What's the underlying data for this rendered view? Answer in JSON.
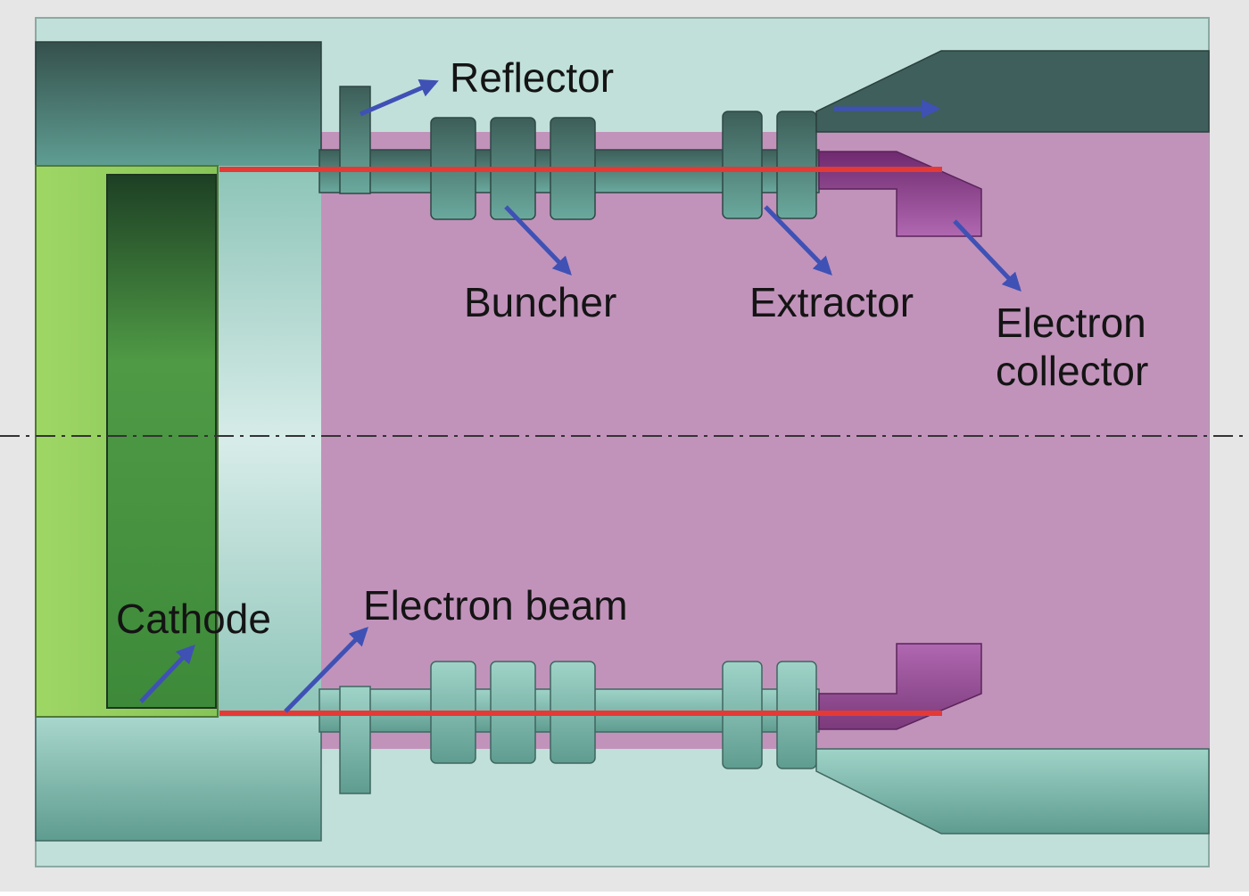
{
  "labels": {
    "reflector": "Reflector",
    "buncher": "Buncher",
    "extractor": "Extractor",
    "electron_collector_line1": "Electron",
    "electron_collector_line2": "collector",
    "cathode": "Cathode",
    "electron_beam": "Electron beam"
  },
  "colors": {
    "background_fill": "#c1e0da",
    "frame": "#e6e6e6",
    "vacuum_region": "#c193bb",
    "cathode_green": "#8fcf5a",
    "emitter_dark_green": "#2e6b33",
    "metal_dark": "#3e5f5b",
    "metal_light": "#a8d6cc",
    "collector_purple": "#9a4d9a",
    "beam": "#e53935",
    "arrow": "#3f51b5",
    "axis": "#333333"
  }
}
